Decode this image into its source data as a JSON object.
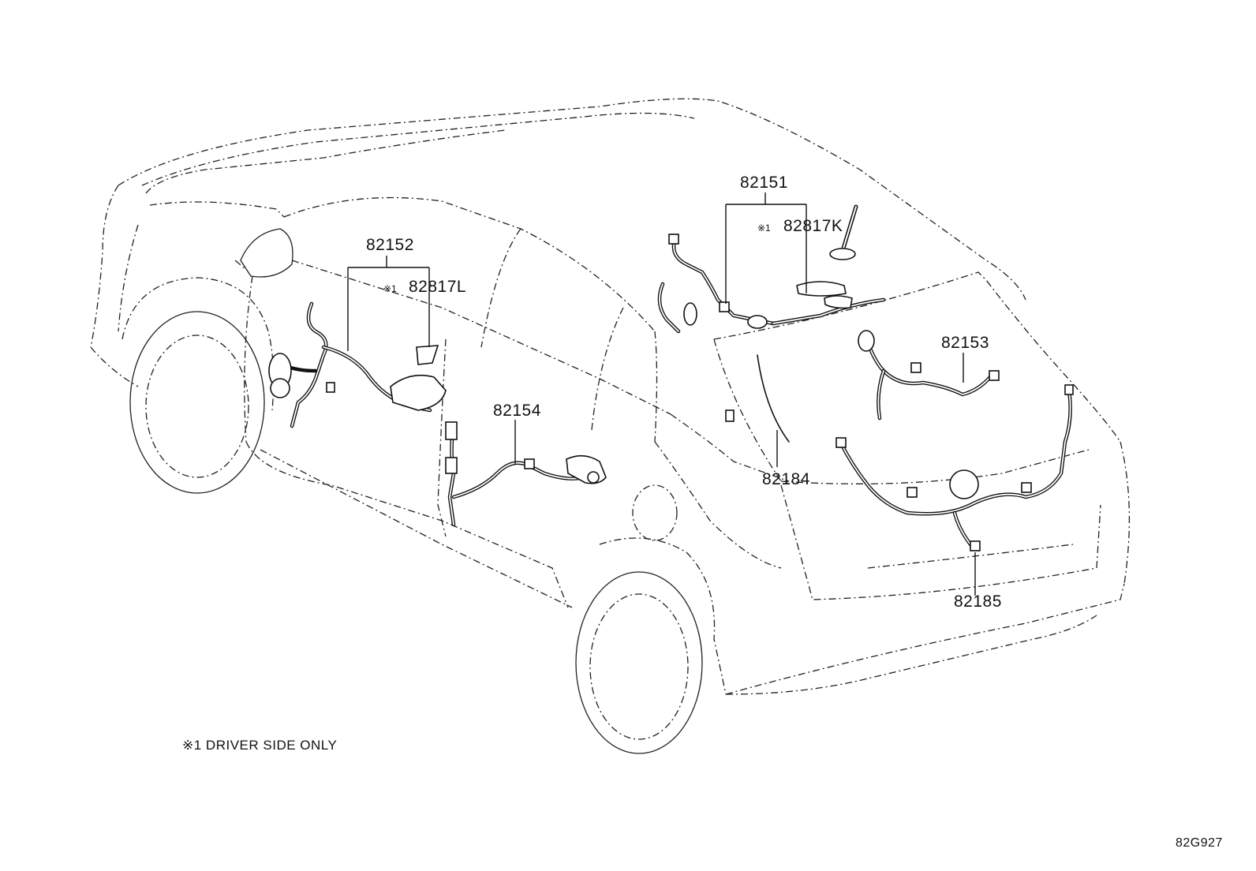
{
  "diagram": {
    "callouts": [
      {
        "id": "82151",
        "label": "82151"
      },
      {
        "id": "82817K",
        "mark": "※1",
        "label": "82817K"
      },
      {
        "id": "82152",
        "label": "82152"
      },
      {
        "id": "82817L",
        "mark": "※1",
        "label": "82817L"
      },
      {
        "id": "82153",
        "label": "82153"
      },
      {
        "id": "82154",
        "label": "82154"
      },
      {
        "id": "82184",
        "label": "82184"
      },
      {
        "id": "82185",
        "label": "82185"
      }
    ],
    "note": "※1 DRIVER SIDE ONLY",
    "figure_code": "82G927"
  }
}
